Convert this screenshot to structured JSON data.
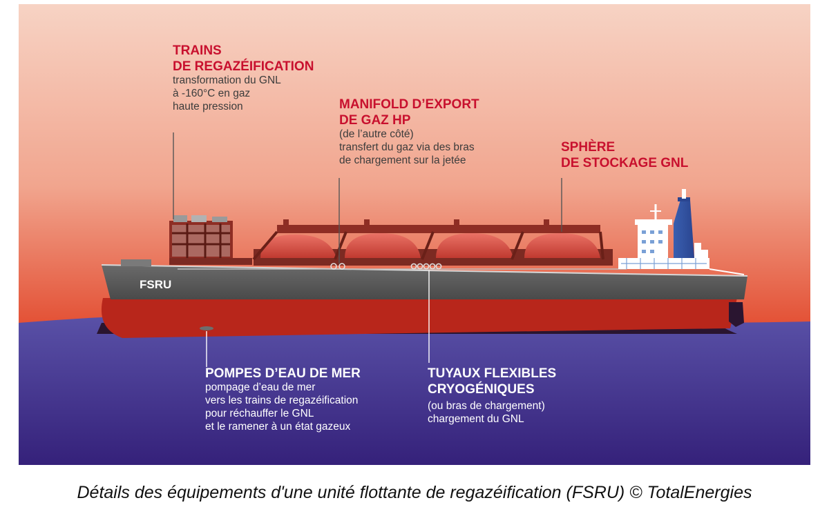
{
  "hull_marking": "FSRU",
  "callouts": {
    "regasification_trains": {
      "title": [
        "TRAINS",
        "DE REGAZÉIFICATION"
      ],
      "description": [
        "transformation du GNL",
        "à -160°C en gaz",
        "haute pression"
      ]
    },
    "export_manifold": {
      "title": [
        "MANIFOLD D’EXPORT",
        "DE GAZ HP"
      ],
      "description": [
        "(de l’autre côté)",
        "transfert du gaz via des bras",
        "de chargement sur la jetée"
      ]
    },
    "storage_sphere": {
      "title": [
        "SPHÈRE",
        "DE STOCKAGE GNL"
      ],
      "description": []
    },
    "seawater_pumps": {
      "title": [
        "POMPES D’EAU DE MER"
      ],
      "description": [
        "pompage d’eau de mer",
        "vers les trains de regazéification",
        "pour réchauffer le GNL",
        "et le ramener à un état gazeux"
      ]
    },
    "cryogenic_hoses": {
      "title": [
        "TUYAUX FLEXIBLES",
        "CRYOGÉNIQUES"
      ],
      "description": [
        "(ou bras de chargement)",
        "chargement du GNL"
      ]
    }
  },
  "caption": "Détails des équipements d'une unité flottante de regazéification (FSRU) © TotalEnergies",
  "colors": {
    "sky_top": "#f6c7b6",
    "horizon": "#e24a2e",
    "sea_top": "#5a52a8",
    "sea_bottom": "#35217a",
    "hull_gray": "#5c5c5c",
    "hull_red": "#b8261b",
    "sphere_red": "#d2483d",
    "title_red": "#c8102e"
  }
}
